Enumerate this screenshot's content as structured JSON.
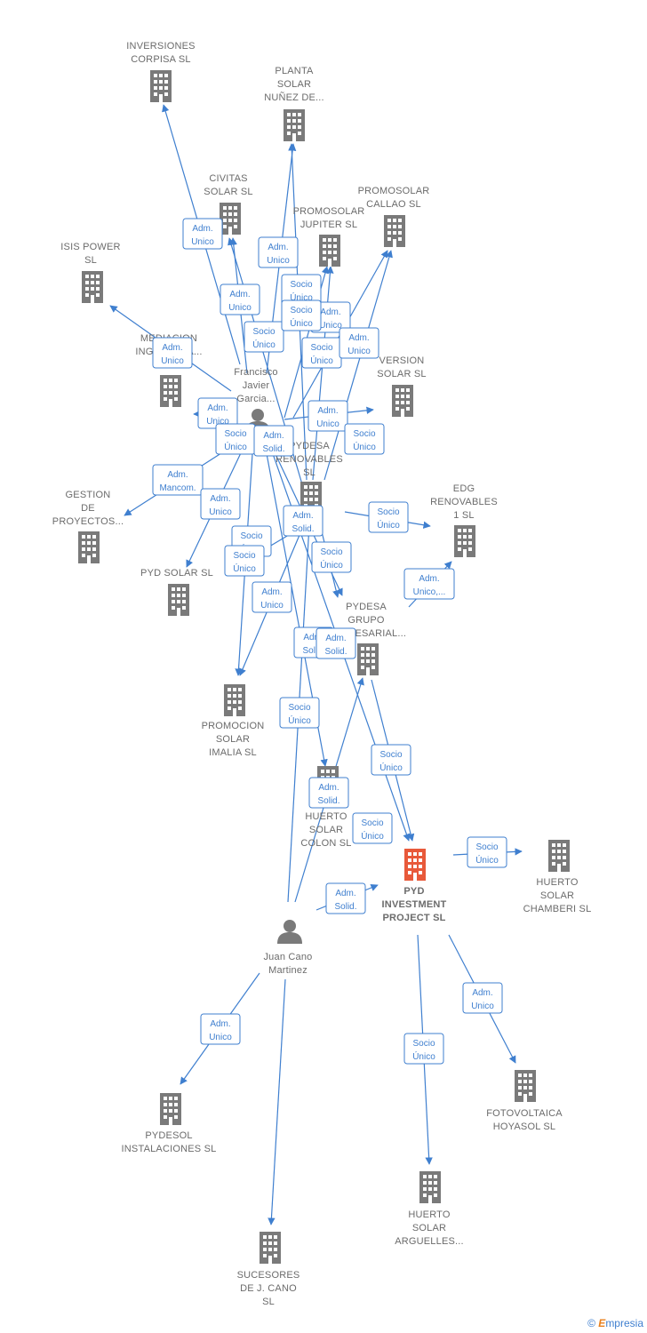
{
  "colors": {
    "edge": "#3f7fcf",
    "company": "#7a7a7a",
    "highlight": "#e8593a",
    "person": "#7a7a7a"
  },
  "footer": {
    "copyright": "©",
    "brand_initial": "E",
    "brand_rest": "mpresia"
  },
  "nodes": [
    {
      "id": "corpisa",
      "kind": "company",
      "label": [
        "INVERSIONES",
        "CORPISA  SL"
      ]
    },
    {
      "id": "nunez",
      "kind": "company",
      "label": [
        "PLANTA",
        "SOLAR",
        "NUÑEZ DE..."
      ]
    },
    {
      "id": "civitas",
      "kind": "company",
      "label": [
        "CIVITAS",
        "SOLAR  SL"
      ]
    },
    {
      "id": "callao",
      "kind": "company",
      "label": [
        "PROMOSOLAR",
        "CALLAO  SL"
      ]
    },
    {
      "id": "jupiter",
      "kind": "company",
      "label": [
        "PROMOSOLAR",
        "JUPITER  SL"
      ]
    },
    {
      "id": "isis",
      "kind": "company",
      "label": [
        "ISIS POWER",
        "SL"
      ]
    },
    {
      "id": "mediacion",
      "kind": "company",
      "label": [
        "MEDIACION",
        "INGENIERIA..."
      ]
    },
    {
      "id": "version",
      "kind": "company",
      "label": [
        "VERSION",
        "SOLAR  SL"
      ]
    },
    {
      "id": "francisco",
      "kind": "person",
      "label": [
        "Francisco",
        "Javier",
        "Garcia..."
      ]
    },
    {
      "id": "pydesa_ren",
      "kind": "company",
      "label": [
        "PYDESA",
        "RENOVABLES",
        "SL"
      ]
    },
    {
      "id": "gestion",
      "kind": "company",
      "label": [
        "GESTION",
        "DE",
        "PROYECTOS..."
      ]
    },
    {
      "id": "edg",
      "kind": "company",
      "label": [
        "EDG",
        "RENOVABLES",
        "1  SL"
      ]
    },
    {
      "id": "pydsolar",
      "kind": "company",
      "label": [
        "PYD SOLAR  SL"
      ]
    },
    {
      "id": "pydesa_grp",
      "kind": "company",
      "label": [
        "PYDESA",
        "GRUPO",
        "EMPRESARIAL..."
      ]
    },
    {
      "id": "imalia",
      "kind": "company",
      "label": [
        "PROMOCION",
        "SOLAR",
        "IMALIA  SL"
      ]
    },
    {
      "id": "colon",
      "kind": "company",
      "label": [
        "HUERTO",
        "SOLAR",
        "COLON  SL"
      ]
    },
    {
      "id": "pyd",
      "kind": "main",
      "label": [
        "PYD",
        "INVESTMENT",
        "PROJECT  SL"
      ]
    },
    {
      "id": "chamberi",
      "kind": "company",
      "label": [
        "HUERTO",
        "SOLAR",
        "CHAMBERI  SL"
      ]
    },
    {
      "id": "juan",
      "kind": "person",
      "label": [
        "Juan Cano",
        "Martinez"
      ]
    },
    {
      "id": "fotovoltaica",
      "kind": "company",
      "label": [
        "FOTOVOLTAICA",
        "HOYASOL  SL"
      ]
    },
    {
      "id": "pydesol",
      "kind": "company",
      "label": [
        "PYDESOL",
        "INSTALACIONES SL"
      ]
    },
    {
      "id": "arguelles",
      "kind": "company",
      "label": [
        "HUERTO",
        "SOLAR",
        "ARGUELLES..."
      ]
    },
    {
      "id": "sucesores",
      "kind": "company",
      "label": [
        "SUCESORES",
        "DE J.  CANO",
        "SL"
      ]
    }
  ],
  "badges": [
    {
      "id": "b1",
      "text": [
        "Adm.",
        "Unico"
      ]
    },
    {
      "id": "b2",
      "text": [
        "Adm.",
        "Unico"
      ]
    },
    {
      "id": "b3",
      "text": [
        "Adm.",
        "Unico"
      ]
    },
    {
      "id": "b4",
      "text": [
        "Socio",
        "Único"
      ]
    },
    {
      "id": "b5",
      "text": [
        "Adm.",
        "Unico"
      ]
    },
    {
      "id": "b6",
      "text": [
        "Adm.",
        "Unico"
      ]
    },
    {
      "id": "b7",
      "text": [
        "Socio",
        "Único"
      ]
    },
    {
      "id": "b8",
      "text": [
        "Socio",
        "Único"
      ]
    },
    {
      "id": "b9",
      "text": [
        "Socio",
        "Único"
      ]
    },
    {
      "id": "b10",
      "text": [
        "Adm.",
        "Unico"
      ]
    },
    {
      "id": "b11",
      "text": [
        "Adm.",
        "Unico"
      ]
    },
    {
      "id": "b12",
      "text": [
        "Adm.",
        "Unico"
      ]
    },
    {
      "id": "b13",
      "text": [
        "Socio",
        "Único"
      ]
    },
    {
      "id": "b14",
      "text": [
        "Adm.",
        "Solid."
      ]
    },
    {
      "id": "b15",
      "text": [
        "Socio",
        "Único"
      ]
    },
    {
      "id": "b16",
      "text": [
        "Adm.",
        "Mancom."
      ]
    },
    {
      "id": "b17",
      "text": [
        "Adm.",
        "Unico"
      ]
    },
    {
      "id": "b18",
      "text": [
        "Adm.",
        "Solid."
      ]
    },
    {
      "id": "b19",
      "text": [
        "Socio",
        "Único"
      ]
    },
    {
      "id": "b20",
      "text": [
        "Socio",
        "Único"
      ]
    },
    {
      "id": "b21",
      "text": [
        "Socio",
        "Único"
      ]
    },
    {
      "id": "b22",
      "text": [
        "Adm.",
        "Unico,..."
      ]
    },
    {
      "id": "b23",
      "text": [
        "Socio",
        "Único"
      ]
    },
    {
      "id": "b24",
      "text": [
        "Adm.",
        "Unico"
      ]
    },
    {
      "id": "b25",
      "text": [
        "Adm.",
        "Solid."
      ]
    },
    {
      "id": "b26",
      "text": [
        "Adm.",
        "Solid."
      ]
    },
    {
      "id": "b27",
      "text": [
        "Socio",
        "Único"
      ]
    },
    {
      "id": "b28",
      "text": [
        "Adm.",
        "Solid."
      ]
    },
    {
      "id": "b29",
      "text": [
        "Socio",
        "Único"
      ]
    },
    {
      "id": "b30",
      "text": [
        "Socio",
        "Único"
      ]
    },
    {
      "id": "b31",
      "text": [
        "Adm.",
        "Solid."
      ]
    },
    {
      "id": "b32",
      "text": [
        "Socio",
        "Único"
      ]
    },
    {
      "id": "b33",
      "text": [
        "Adm.",
        "Unico"
      ]
    },
    {
      "id": "b34",
      "text": [
        "Socio",
        "Único"
      ]
    },
    {
      "id": "b35",
      "text": [
        "Adm.",
        "Unico"
      ]
    }
  ]
}
